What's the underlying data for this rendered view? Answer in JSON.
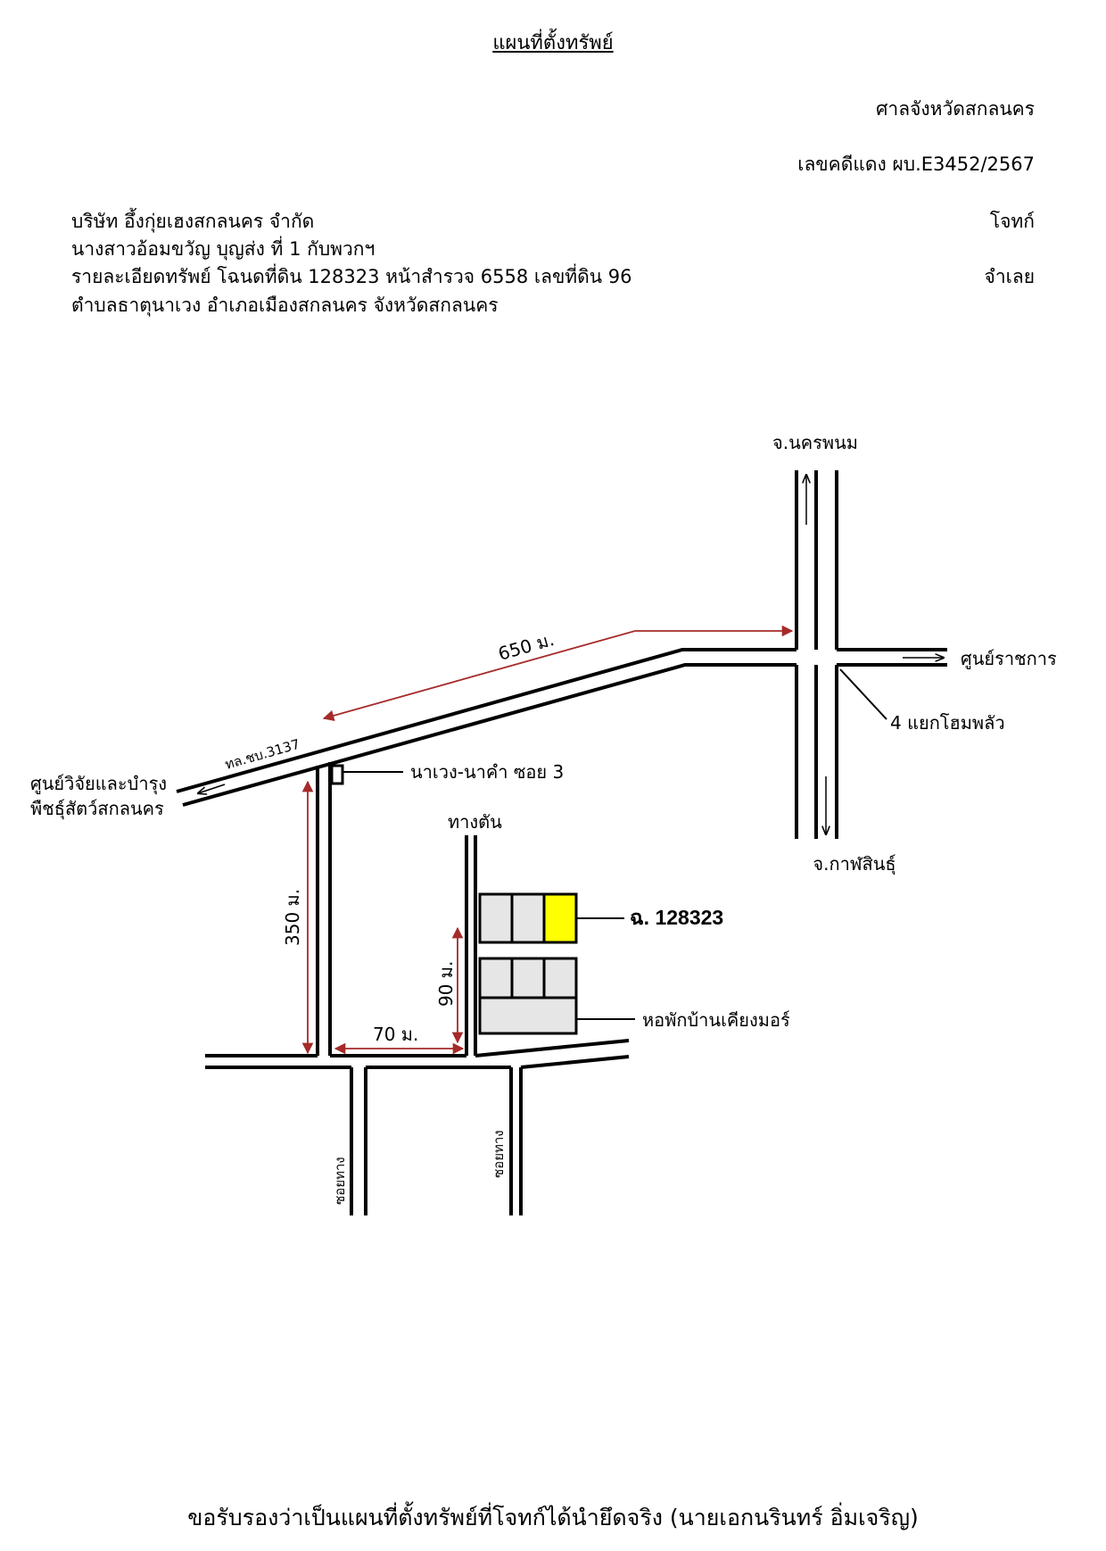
{
  "header": {
    "title": "แผนที่ตั้งทรัพย์",
    "court": "ศาลจังหวัดสกลนคร",
    "case_number": "เลขคดีแดง ผบ.E3452/2567",
    "plaintiff": "บริษัท อึ้งกุ่ยเฮงสกลนคร จำกัด",
    "plaintiff_role": "โจทก์",
    "defendant": "นางสาวอ้อมขวัญ  บุญส่ง  ที่ 1 กับพวกฯ",
    "defendant_role": "จำเลย",
    "property_detail": "รายละเอียดทรัพย์ โฉนดที่ดิน 128323 หน้าสำรวจ 6558 เลขที่ดิน 96",
    "property_location": "ตำบลธาตุนาเวง  อำเภอเมืองสกลนคร  จังหวัดสกลนคร"
  },
  "map": {
    "north_destination": "จ.นครพนม",
    "east_destination": "ศูนย์ราชการ",
    "south_destination": "จ.กาฬสินธุ์",
    "intersection": "4 แยกโฮมพลัว",
    "road_name": "ทล.ชบ.3137",
    "west_destination_line1": "ศูนย์วิจัยและบำรุง",
    "west_destination_line2": "พืชธุ์สัตว์สกลนคร",
    "soi_name": "นาเวง-นาคำ ซอย 3",
    "dead_end": "ทางตัน",
    "distance_650": "650 ม.",
    "distance_350": "350 ม.",
    "distance_70": "70 ม.",
    "distance_90": "90 ม.",
    "deed_label": "ฉ. 128323",
    "dorm_label": "หอพักบ้านเคียงมอร์",
    "alley_left": "ซอยทาง",
    "alley_right": "ซอยทาง",
    "colors": {
      "road": "#000000",
      "dimension": "#a52a2a",
      "parcel_fill": "#e6e6e6",
      "target_parcel": "#ffff00"
    }
  },
  "footer": {
    "certification": "ขอรับรองว่าเป็นแผนที่ตั้งทรัพย์ที่โจทก์ได้นำยึดจริง (นายเอกนรินทร์ อิ่มเจริญ)"
  }
}
